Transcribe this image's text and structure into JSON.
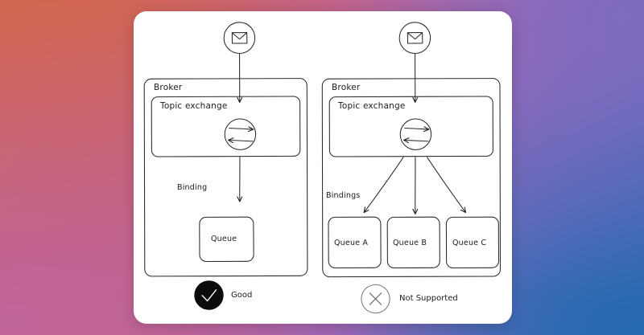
{
  "background": {
    "gradient_colors": [
      "#d2674f",
      "#c06495",
      "#7d6bbd",
      "#2c6cb0"
    ],
    "description": "four-corner gradient: coral top-left, purple top-right, pink bottom-left, blue bottom-right"
  },
  "card": {
    "background_color": "#ffffff",
    "stroke_color": "#1b1b1b"
  },
  "panels": [
    {
      "id": "supported",
      "broker_label": "Broker",
      "exchange_label": "Topic exchange",
      "exchange_icon": "bidirectional-arrows-icon",
      "message_icon": "envelope-icon",
      "binding_label": "Binding",
      "queues": [
        {
          "label": "Queue"
        }
      ],
      "status": {
        "icon": "check-icon",
        "label": "Good",
        "badge_fill": "#0b0b0b",
        "badge_stroke": "#0b0b0b",
        "mark_color": "#ffffff"
      }
    },
    {
      "id": "not-supported",
      "broker_label": "Broker",
      "exchange_label": "Topic exchange",
      "exchange_icon": "bidirectional-arrows-icon",
      "message_icon": "envelope-icon",
      "binding_label": "Bindings",
      "queues": [
        {
          "label": "Queue A"
        },
        {
          "label": "Queue B"
        },
        {
          "label": "Queue C"
        }
      ],
      "status": {
        "icon": "x-icon",
        "label": "Not Supported",
        "badge_fill": "#ffffff",
        "badge_stroke": "#6e6e6e",
        "mark_color": "#6e6e6e"
      }
    }
  ]
}
